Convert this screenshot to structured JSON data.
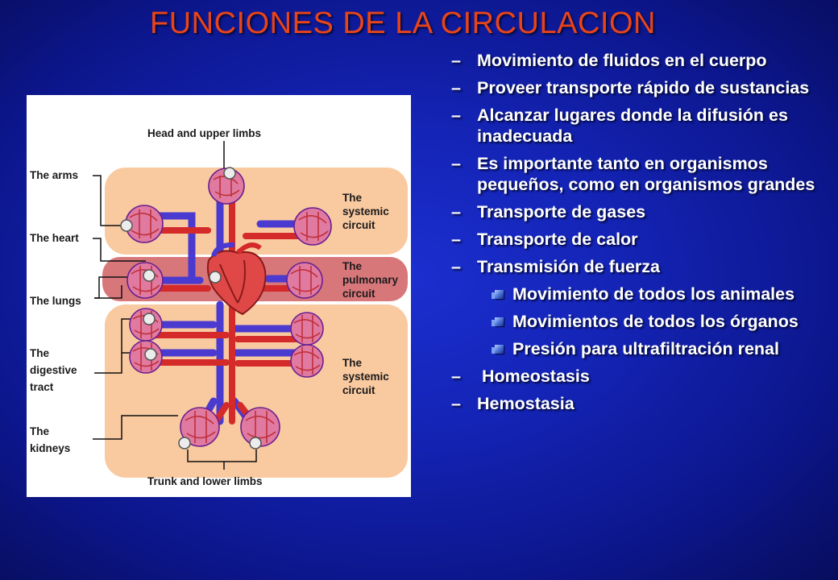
{
  "title": "FUNCIONES DE LA CIRCULACION",
  "figure": {
    "labels": {
      "head": "Head and upper limbs",
      "arms": "The arms",
      "heart": "The heart",
      "lungs": "The lungs",
      "digestive": [
        "The",
        "digestive",
        "tract"
      ],
      "kidneys": [
        "The",
        "kidneys"
      ],
      "trunk": "Trunk and lower limbs",
      "systemic_top": [
        "The",
        "systemic",
        "circuit"
      ],
      "pulmonary": [
        "The",
        "pulmonary",
        "circuit"
      ],
      "systemic_bottom": [
        "The",
        "systemic",
        "circuit"
      ]
    },
    "colors": {
      "systemic_region": "#f9c9a0",
      "pulmonary_region": "#d8777a",
      "artery": "#d42a2a",
      "vein": "#4a3acf"
    }
  },
  "items": [
    {
      "type": "dash",
      "text": "Movimiento de fluidos en el cuerpo"
    },
    {
      "type": "dash",
      "text": "Proveer transporte rápido de sustancias"
    },
    {
      "type": "dash",
      "text": "Alcanzar lugares donde la difusión es inadecuada"
    },
    {
      "type": "dash",
      "text": "Es importante tanto en organismos pequeños, como en organismos grandes"
    },
    {
      "type": "dash",
      "text": "Transporte de gases"
    },
    {
      "type": "dash",
      "text": "Transporte de calor"
    },
    {
      "type": "dash",
      "text": "Transmisión de fuerza"
    },
    {
      "type": "sub",
      "text": "Movimiento de todos los animales"
    },
    {
      "type": "sub",
      "text": "Movimientos de todos los órganos"
    },
    {
      "type": "sub",
      "text": "Presión para ultrafiltración renal"
    },
    {
      "type": "dash",
      "text": " Homeostasis"
    },
    {
      "type": "dash",
      "text": "Hemostasia"
    }
  ]
}
